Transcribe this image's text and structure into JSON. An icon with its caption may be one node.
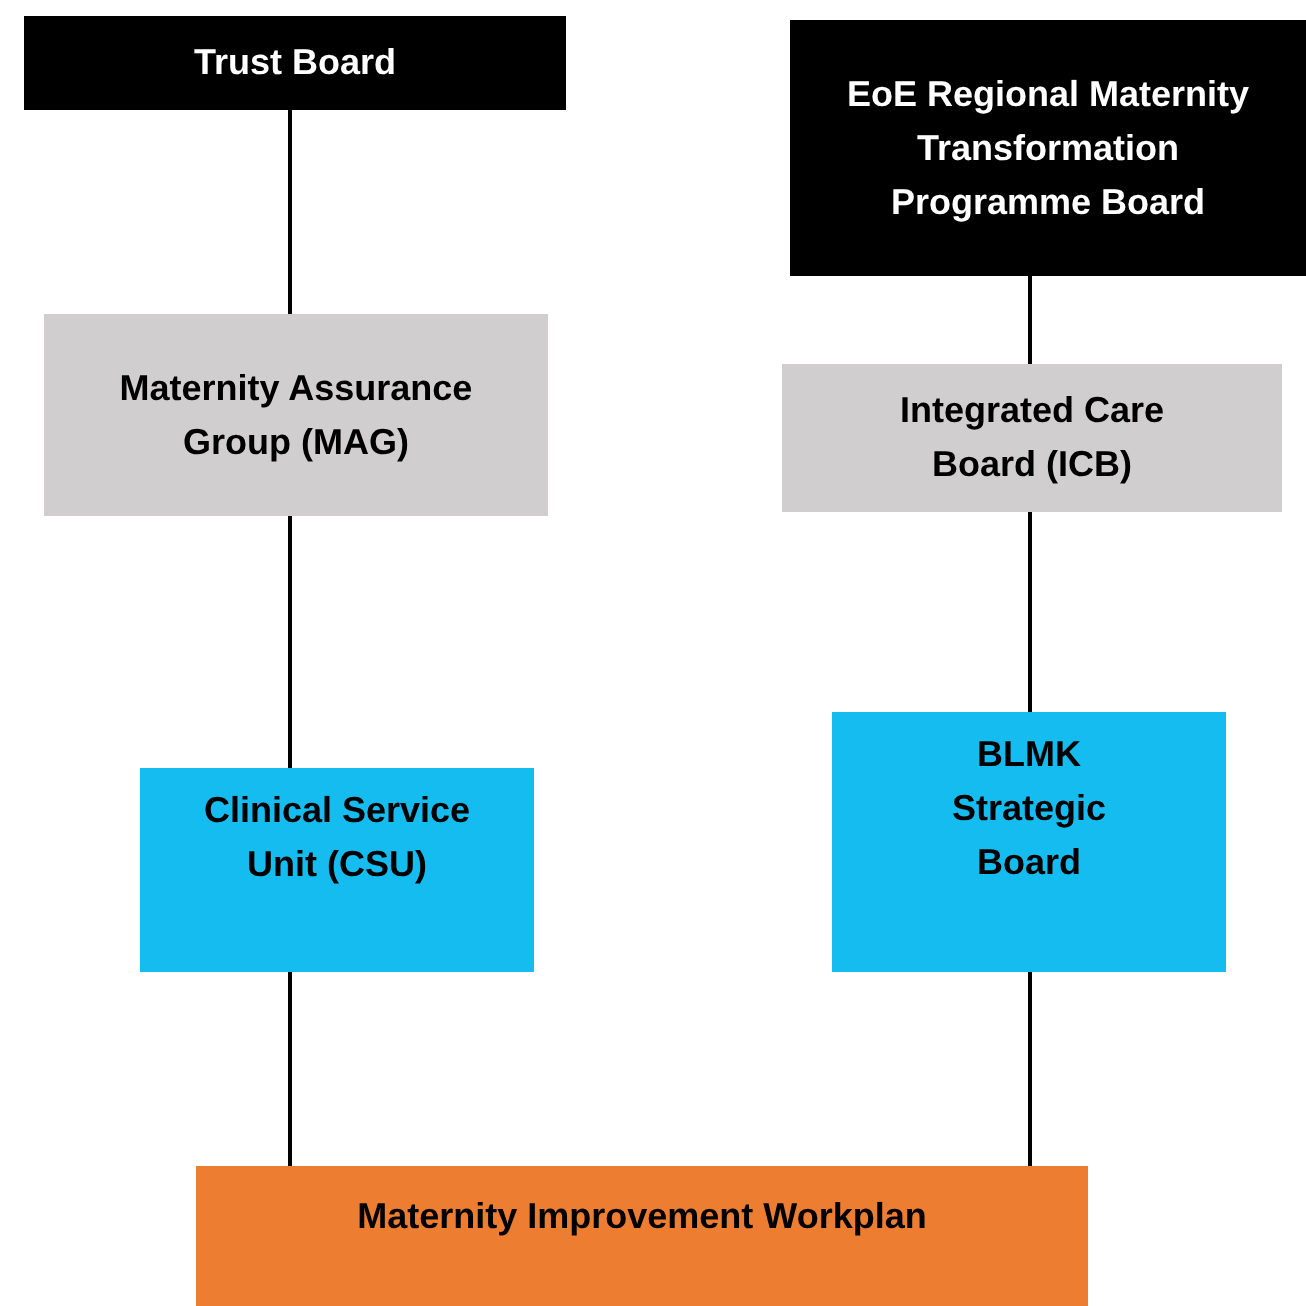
{
  "diagram": {
    "nodes": [
      {
        "text": [
          "Trust Board"
        ]
      },
      {
        "text": [
          "EoE Regional Maternity Transformation Programme Board"
        ]
      },
      {
        "text": [
          "Maternity Assurance Group (MAG)"
        ]
      },
      {
        "text": [
          "Integrated Care Board (ICB)"
        ]
      },
      {
        "text": [
          "Clinical Service Unit (CSU)"
        ]
      },
      {
        "text": [
          "BLMK Strategic Board"
        ]
      },
      {
        "text": [
          "Maternity Improvement Workplan"
        ]
      }
    ],
    "edges": [
      {
        "from": 0,
        "to": 2,
        "arrow": "none"
      },
      {
        "from": 2,
        "to": 4,
        "arrow": "none"
      },
      {
        "from": 4,
        "to": 6,
        "arrow": "none"
      },
      {
        "from": 1,
        "to": 3,
        "arrow": "none"
      },
      {
        "from": 3,
        "to": 5,
        "arrow": "none"
      },
      {
        "from": 5,
        "to": 6,
        "arrow": "none"
      }
    ]
  }
}
